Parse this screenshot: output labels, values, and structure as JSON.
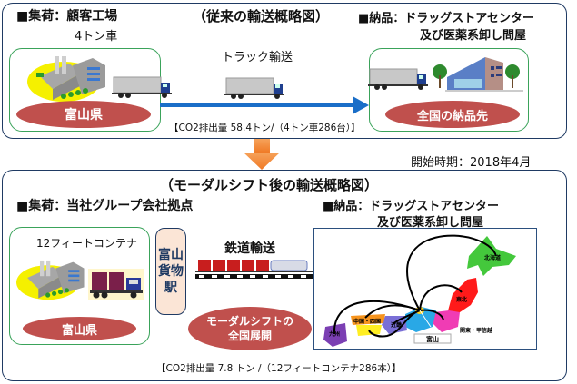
{
  "before": {
    "title": "（従来の輸送概略図）",
    "pickup_label": "■集荷：顧客工場",
    "vehicle_label": "4トン車",
    "transport_label": "トラック輸送",
    "origin_label": "富山県",
    "delivery_label_line1": "■納品：ドラッグストアセンター",
    "delivery_label_line2": "及び医薬系卸し問屋",
    "destination_label": "全国の納品先",
    "co2_note": "【CO2排出量 58.4トン/（4トン車286台）】"
  },
  "start_date": "開始時期：2018年4月",
  "after": {
    "title": "（モーダルシフト後の輸送概略図）",
    "pickup_label": "■集荷：当社グループ会社拠点",
    "container_label": "12フィートコンテナ",
    "station_label": [
      "富山",
      "貨物",
      "駅"
    ],
    "transport_label": "鉄道輸送",
    "origin_label": "富山県",
    "rollout_label_line1": "モーダルシフトの",
    "rollout_label_line2": "全国展開",
    "delivery_label_line1": "■納品：ドラッグストアセンター",
    "delivery_label_line2": "及び医薬系卸し問屋",
    "co2_note": "【CO2排出量 7.8 トン /（12フィートコンテナ286本）】",
    "map": {
      "regions": [
        {
          "name": "北海道",
          "color": "#44c83c"
        },
        {
          "name": "東北",
          "color": "#ff1a1a"
        },
        {
          "name": "関東・甲信越",
          "color": "#f03cb4"
        },
        {
          "name": "近畿",
          "color": "#7a6fd6"
        },
        {
          "name": "中国・四国",
          "color": "#f7941d"
        },
        {
          "name": "九州",
          "color": "#7b3fb3"
        }
      ],
      "hub_label": "富山",
      "hub_region_color": "#29a8e6",
      "shikoku_color": "#ffee22"
    }
  },
  "colors": {
    "panel_border": "#1f3a63",
    "arrow_blue": "#1a6ec8",
    "arrow_orange": "#f58a3a",
    "oval_red": "#c0504d",
    "box_green": "#3aa35a"
  }
}
